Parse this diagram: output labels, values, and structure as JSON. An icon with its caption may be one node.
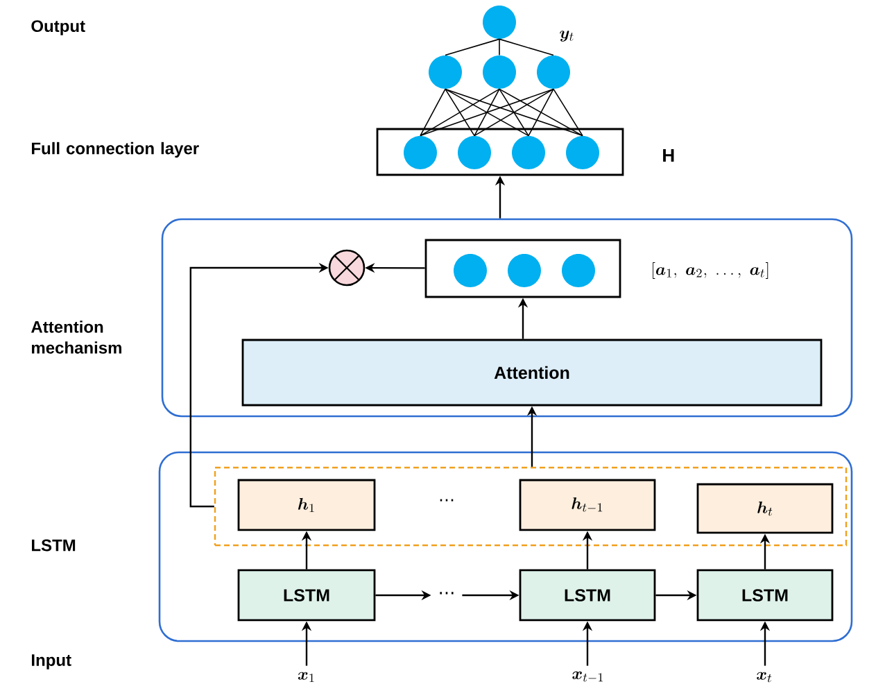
{
  "diagram": {
    "nodes": [
      {
        "text": [],
        "shape": "circle"
      },
      {
        "text": [],
        "shape": "circle"
      },
      {
        "text": [],
        "shape": "circle"
      },
      {
        "text": [],
        "shape": "circle"
      },
      {
        "text": [],
        "shape": "box",
        "beside": [
          "H"
        ]
      },
      {
        "text": [],
        "shape": "circle",
        "in": 4
      },
      {
        "text": [],
        "shape": "circle",
        "in": 4
      },
      {
        "text": [],
        "shape": "circle",
        "in": 4
      },
      {
        "text": [],
        "shape": "circle",
        "in": 4
      },
      {
        "text": [],
        "shape": "box"
      },
      {
        "text": [],
        "shape": "circle",
        "in": 9
      },
      {
        "text": [],
        "shape": "box",
        "in": 9
      },
      {
        "text": [],
        "shape": "circle",
        "in": 11
      },
      {
        "text": [],
        "shape": "circle",
        "in": 11
      },
      {
        "text": [],
        "shape": "circle",
        "in": 11
      },
      {
        "text": [
          "Attention"
        ],
        "in": 9
      },
      {
        "text": [],
        "shape": "box"
      },
      {
        "text": [],
        "shape": "box",
        "in": 16
      },
      {
        "text": [
          "\\bm{h}_1"
        ],
        "in": 17
      },
      {
        "text": [
          "\\bm{h}_{t-1}"
        ],
        "in": 17
      },
      {
        "text": [
          "\\bm{h}_t"
        ],
        "in": 17
      },
      {
        "text": [
          "LSTM"
        ],
        "in": 16
      },
      {
        "text": [
          "LSTM"
        ],
        "in": 16
      },
      {
        "text": [
          "LSTM"
        ],
        "in": 16
      },
      {
        "text": [
          "\\bm{x}_1"
        ]
      },
      {
        "text": [
          "\\bm{x}_{t-1}"
        ]
      },
      {
        "text": [
          "\\bm{x}_t"
        ]
      },
      {
        "text": [
          "⋯"
        ],
        "in": 16
      }
    ],
    "edges": [
      {
        "from": 1,
        "to": 0,
        "arrow": "none"
      },
      {
        "from": 2,
        "to": 0,
        "arrow": "none"
      },
      {
        "from": 3,
        "to": 0,
        "arrow": "none"
      },
      {
        "from": 5,
        "to": 1,
        "arrow": "none"
      },
      {
        "from": 5,
        "to": 2,
        "arrow": "none"
      },
      {
        "from": 5,
        "to": 3,
        "arrow": "none"
      },
      {
        "from": 6,
        "to": 1,
        "arrow": "none"
      },
      {
        "from": 6,
        "to": 2,
        "arrow": "none"
      },
      {
        "from": 6,
        "to": 3,
        "arrow": "none"
      },
      {
        "from": 7,
        "to": 1,
        "arrow": "none"
      },
      {
        "from": 7,
        "to": 2,
        "arrow": "none"
      },
      {
        "from": 7,
        "to": 3,
        "arrow": "none"
      },
      {
        "from": 8,
        "to": 1,
        "arrow": "none"
      },
      {
        "from": 8,
        "to": 2,
        "arrow": "none"
      },
      {
        "from": 8,
        "to": 3,
        "arrow": "none"
      },
      {
        "from": 9,
        "to": 4,
        "arrow": "to"
      },
      {
        "from": 11,
        "to": 10,
        "arrow": "to"
      },
      {
        "from": 15,
        "to": 11,
        "arrow": "to"
      },
      {
        "from": 17,
        "to": 15,
        "arrow": "to"
      },
      {
        "from": 17,
        "to": 10,
        "arrow": "to"
      },
      {
        "from": 21,
        "to": 18,
        "arrow": "to"
      },
      {
        "from": 22,
        "to": 19,
        "arrow": "to"
      },
      {
        "from": 23,
        "to": 20,
        "arrow": "to"
      },
      {
        "from": 24,
        "to": 21,
        "arrow": "to"
      },
      {
        "from": 25,
        "to": 22,
        "arrow": "to"
      },
      {
        "from": 26,
        "to": 23,
        "arrow": "to"
      },
      {
        "from": 21,
        "to": 27,
        "arrow": "to"
      },
      {
        "from": 27,
        "to": 22,
        "arrow": "to"
      },
      {
        "from": 22,
        "to": 23,
        "arrow": "to"
      }
    ],
    "labels": [
      "Output",
      "\\bm{y}_t",
      "Full connection layer",
      "[\\bm{a}_1,\\ \\bm{a}_2,\\ \\ldots,\\ \\bm{a}_t]",
      "Attention mechanism",
      "LSTM",
      "Input",
      "⋯"
    ]
  }
}
